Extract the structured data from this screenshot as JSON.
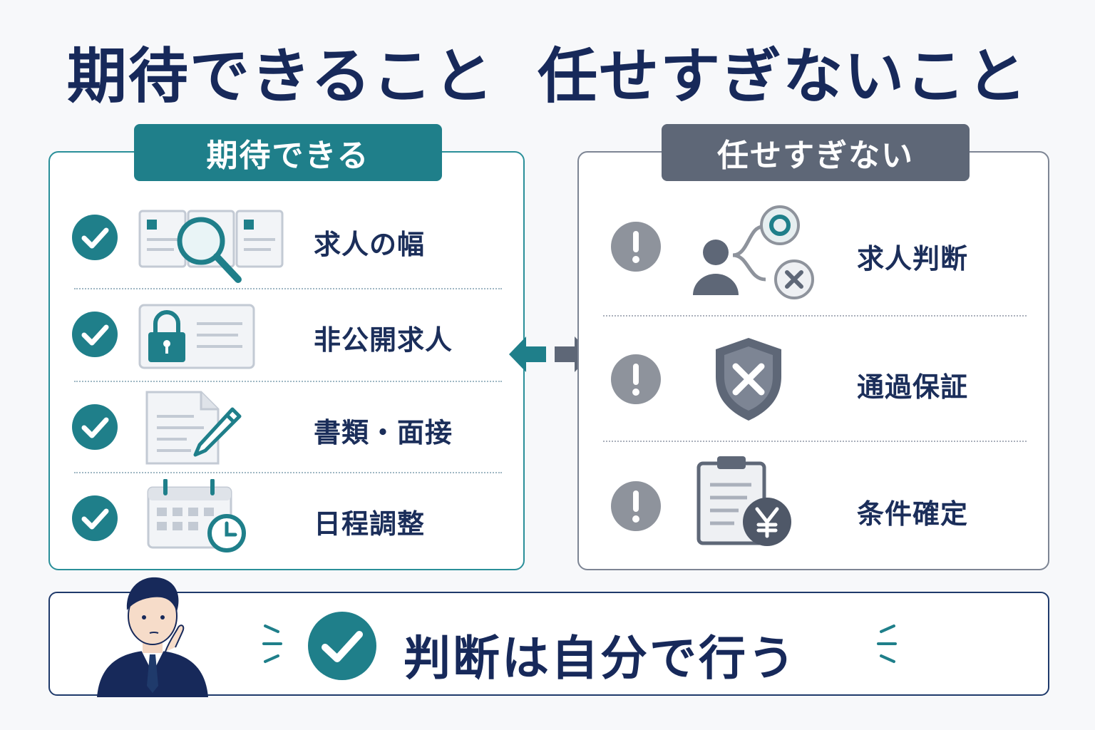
{
  "title": {
    "part1": "期待できること",
    "part2": "任せすぎないこと"
  },
  "left_panel": {
    "header": "期待できる",
    "items": [
      {
        "label": "求人の幅",
        "icon": "job-listings-search-icon",
        "bullet": "check-icon"
      },
      {
        "label": "非公開求人",
        "icon": "locked-listing-icon",
        "bullet": "check-icon"
      },
      {
        "label": "書類・面接",
        "icon": "document-pen-icon",
        "bullet": "check-icon"
      },
      {
        "label": "日程調整",
        "icon": "calendar-clock-icon",
        "bullet": "check-icon"
      }
    ]
  },
  "right_panel": {
    "header": "任せすぎない",
    "items": [
      {
        "label": "求人判断",
        "icon": "person-decision-icon",
        "bullet": "exclamation-icon"
      },
      {
        "label": "通過保証",
        "icon": "shield-x-icon",
        "bullet": "exclamation-icon"
      },
      {
        "label": "条件確定",
        "icon": "clipboard-yen-icon",
        "bullet": "exclamation-icon"
      }
    ]
  },
  "conclusion": {
    "text": "判断は自分で行う",
    "icon": "check-icon"
  },
  "colors": {
    "teal": "#1f7f8a",
    "slate": "#5e6777",
    "navy": "#17295a",
    "gray_bullet": "#8e939c"
  }
}
